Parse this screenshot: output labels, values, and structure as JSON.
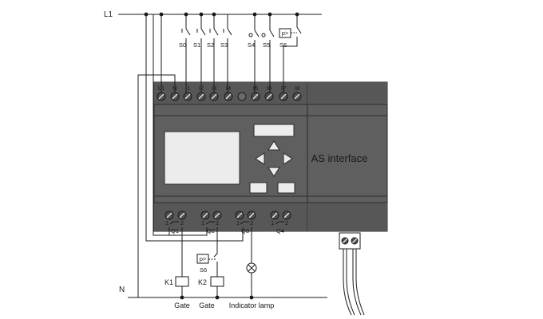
{
  "rails": {
    "line": "L1",
    "neutral": "N"
  },
  "input_terminals": [
    "L1",
    "N",
    "I1",
    "I2",
    "I3",
    "I4",
    "I5",
    "I6",
    "I7",
    "I8"
  ],
  "input_devices": [
    "S0",
    "S1",
    "S2",
    "S3",
    "S4",
    "S5",
    "S6"
  ],
  "pressure_switch_symbol": "p>",
  "output_groups": [
    {
      "label": "Q1",
      "left": "1",
      "right": "2"
    },
    {
      "label": "Q2",
      "left": "1",
      "right": "2"
    },
    {
      "label": "Q3",
      "left": "1",
      "right": "2"
    },
    {
      "label": "Q4",
      "left": "1",
      "right": "2"
    }
  ],
  "output_devices": {
    "relay_k1": "K1",
    "relay_k2": "K2",
    "output_pressure_switch": "S6"
  },
  "loads": [
    "Gate",
    "Gate",
    "Indicator lamp"
  ],
  "expansion_module": "AS interface"
}
